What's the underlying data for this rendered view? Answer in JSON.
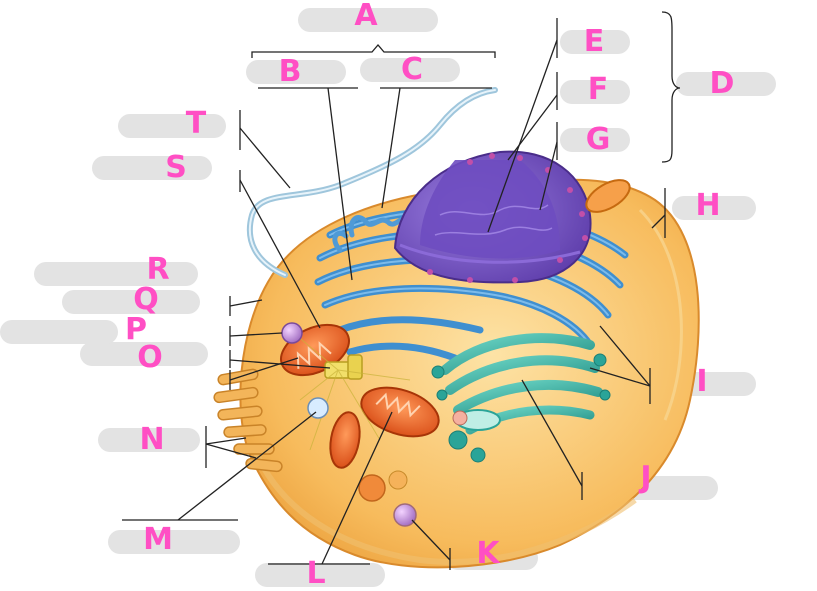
{
  "labels": {
    "A": "A",
    "B": "B",
    "C": "C",
    "D": "D",
    "E": "E",
    "F": "F",
    "G": "G",
    "H": "H",
    "I": "I",
    "J": "J",
    "K": "K",
    "L": "L",
    "M": "M",
    "N": "N",
    "O": "O",
    "P": "P",
    "Q": "Q",
    "R": "R",
    "S": "S",
    "T": "T"
  },
  "colors": {
    "label": "#ff4fc4",
    "cytoplasm": "#f5b24e",
    "er": "#3f8fd0",
    "nucleus": "#7d55c7",
    "golgi": "#2ea69a",
    "mitochondria": "#e5541c",
    "leader_line": "#222222",
    "blank_field": "#e3e3e3"
  }
}
